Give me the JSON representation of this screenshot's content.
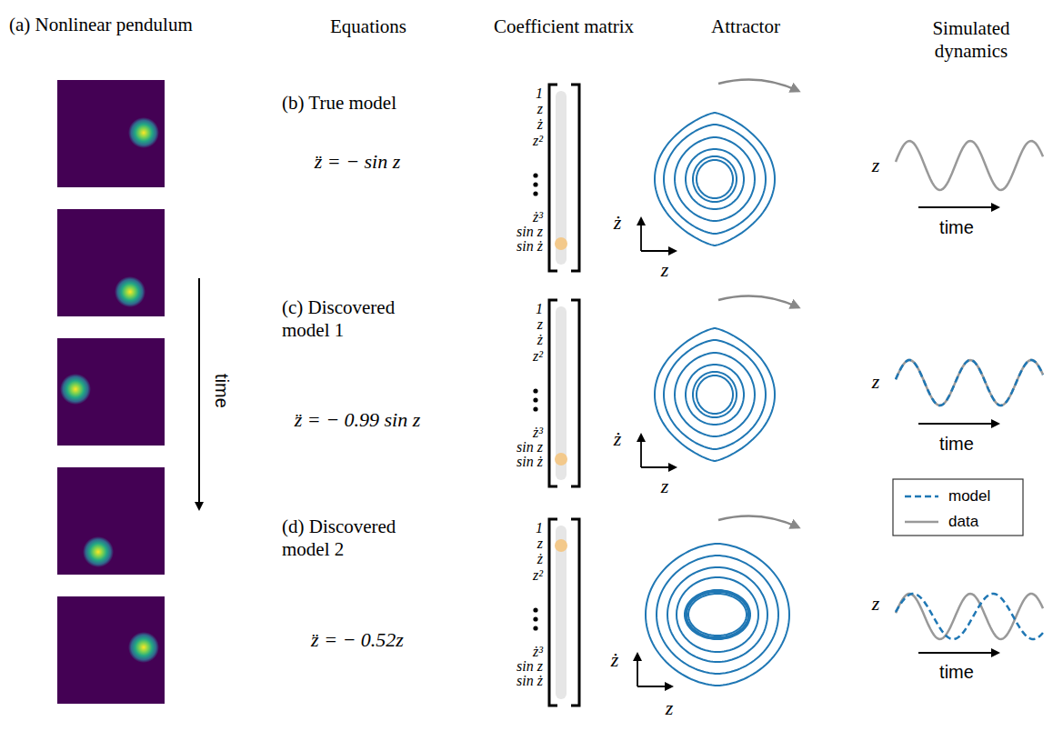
{
  "diagram": {
    "labels": [
      "(a) Nonlinear pendulum",
      "Equations",
      "Coefficient matrix",
      "Attractor",
      "Simulated dynamics",
      "time",
      "(b) True model",
      "z̈ = − sin z",
      "1",
      "z",
      "ż",
      "z²",
      "ż³",
      "sin z",
      "sin ż",
      "ż",
      "z",
      "z",
      "time",
      "(c) Discovered model 1",
      "z̈ = − 0.99 sin z",
      "1",
      "z",
      "ż",
      "z²",
      "ż³",
      "sin z",
      "sin ż",
      "ż",
      "z",
      "z",
      "time",
      "(d) Discovered model 2",
      "z̈ = − 0.52z",
      "1",
      "z",
      "ż",
      "z²",
      "ż³",
      "sin z",
      "sin ż",
      "ż",
      "z",
      "z",
      "time"
    ],
    "legend": [
      {
        "text": "model"
      },
      {
        "text": "data"
      }
    ]
  }
}
